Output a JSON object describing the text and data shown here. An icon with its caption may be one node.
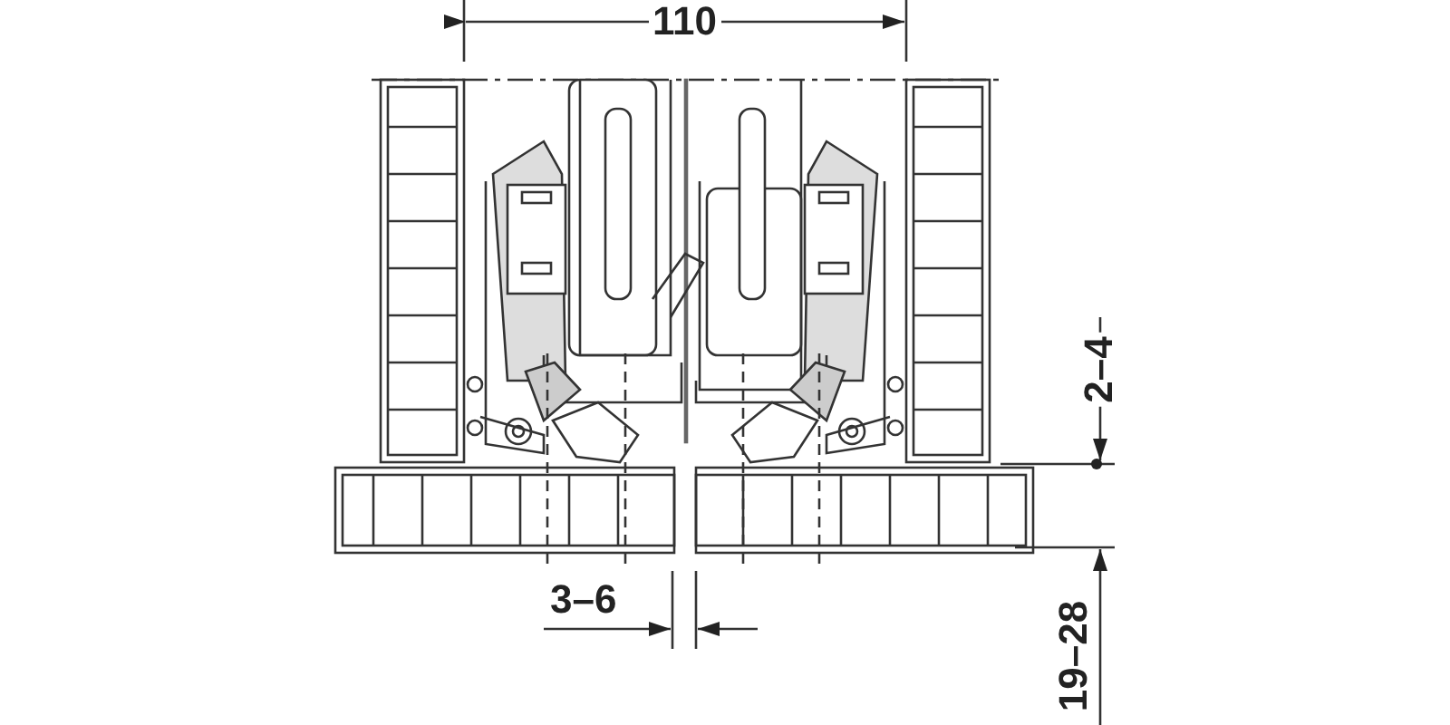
{
  "diagram": {
    "labels": [
      "110",
      "2–4",
      "3–6",
      "19–28"
    ]
  }
}
